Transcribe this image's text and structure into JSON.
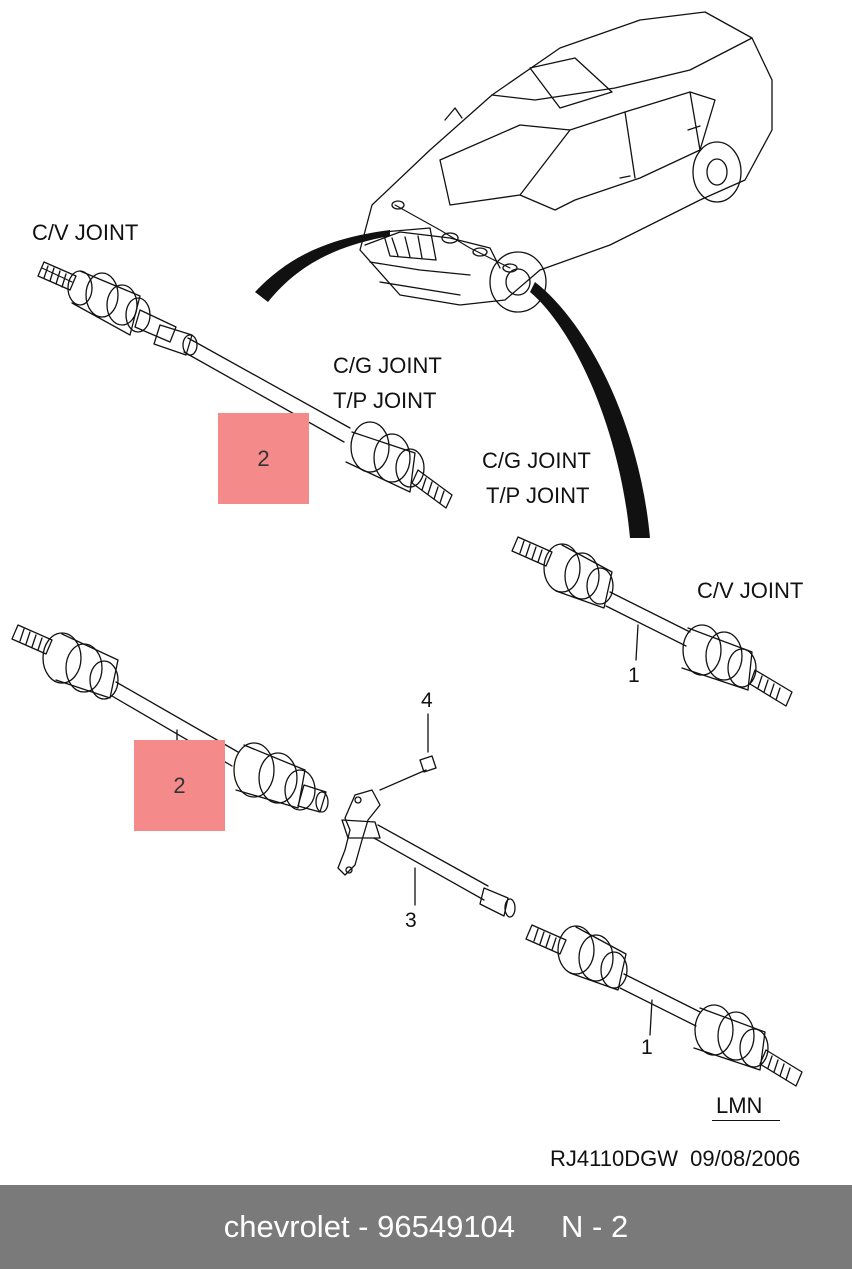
{
  "labels": {
    "cv_joint_top": "C/V JOINT",
    "cg_joint_1": "C/G JOINT",
    "tp_joint_1": "T/P JOINT",
    "cg_joint_2": "C/G JOINT",
    "tp_joint_2": "T/P JOINT",
    "cv_joint_right": "C/V JOINT",
    "lmn": "LMN",
    "drawing_code": "RJ4110DGW  09/08/2006"
  },
  "callouts": {
    "c2a": "2",
    "c2b": "2",
    "c1a": "1",
    "c1b": "1",
    "c3": "3",
    "c4": "4"
  },
  "footer": {
    "brand_part": "chevrolet - 96549104",
    "position": "N - 2"
  },
  "colors": {
    "highlight": "#f48a8a",
    "footer_bg": "#7a7a7a",
    "line": "#111111"
  }
}
